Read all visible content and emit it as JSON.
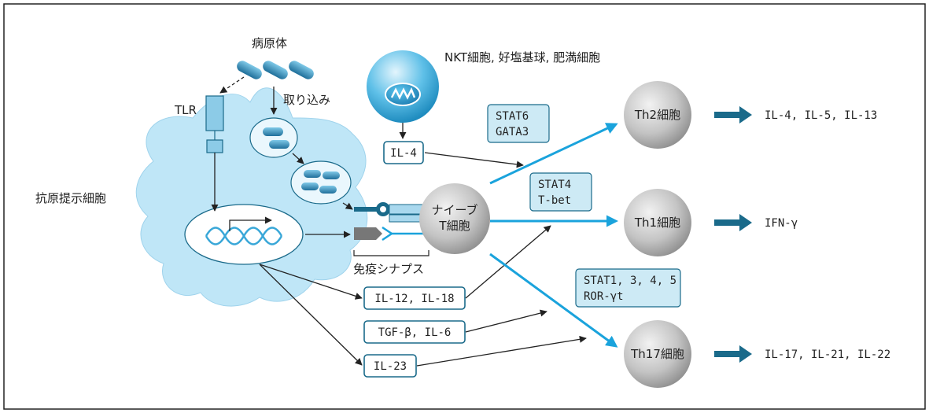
{
  "labels": {
    "pathogen": "病原体",
    "uptake": "取り込み",
    "tlr": "TLR",
    "apc": "抗原提示細胞",
    "nkt": "NKT細胞, 好塩基球, 肥満細胞",
    "naive_line1": "ナイーブ",
    "naive_line2": "T細胞",
    "synapse": "免疫シナプス"
  },
  "cytokine_boxes": {
    "il4": "IL-4",
    "il12_18": "IL-12, IL-18",
    "tgf_il6": "TGF-β, IL-6",
    "il23": "IL-23"
  },
  "transcription_factors": {
    "th2": [
      "STAT6",
      "GATA3"
    ],
    "th1": [
      "STAT4",
      "T-bet"
    ],
    "th17": [
      "STAT1, 3, 4, 5",
      "ROR-γt"
    ]
  },
  "cells": {
    "th2": "Th2細胞",
    "th1": "Th1細胞",
    "th17": "Th17細胞"
  },
  "outputs": {
    "th2": "IL-4, IL-5, IL-13",
    "th1": "IFN-γ",
    "th17": "IL-17, IL-21, IL-22"
  },
  "colors": {
    "apc_fill": "#bfe6f7",
    "accent_blue": "#1aa3dc",
    "dark_teal": "#1a6a8a",
    "tf_box": "#cdeaf5",
    "cell_gray": "#9a9a9a"
  }
}
